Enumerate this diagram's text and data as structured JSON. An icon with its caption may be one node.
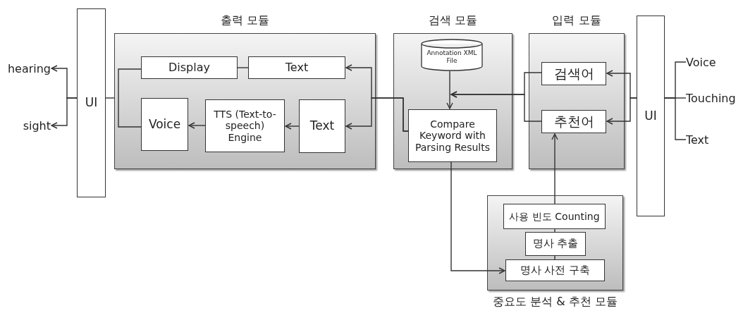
{
  "diagram": {
    "nodes": [
      {
        "text": [
          "hearing"
        ]
      },
      {
        "text": [
          "sight"
        ]
      },
      {
        "text": [
          "UI"
        ]
      },
      {
        "text": [
          "출력 모듈"
        ]
      },
      {
        "text": [
          "Display"
        ],
        "in": 3
      },
      {
        "text": [
          "Text"
        ],
        "in": 3
      },
      {
        "text": [
          "Voice"
        ],
        "in": 3
      },
      {
        "text": [
          "TTS (Text-to-speech) Engine"
        ],
        "in": 3
      },
      {
        "text": [
          "Text"
        ],
        "in": 3
      },
      {
        "text": [
          "검색 모듈"
        ]
      },
      {
        "text": [
          "Annotation XML File"
        ],
        "in": 9
      },
      {
        "text": [
          "Compare Keyword with Parsing Results"
        ],
        "in": 9
      },
      {
        "text": [
          "입력 모듈"
        ]
      },
      {
        "text": [
          "검색어"
        ],
        "in": 12
      },
      {
        "text": [
          "추천어"
        ],
        "in": 12
      },
      {
        "text": [
          "UI"
        ]
      },
      {
        "text": [
          "Voice"
        ]
      },
      {
        "text": [
          "Touching"
        ]
      },
      {
        "text": [
          "Text"
        ]
      },
      {
        "text": [
          "중요도 분석 & 추천 모듈"
        ]
      },
      {
        "text": [
          "사용 빈도 Counting"
        ],
        "in": 19
      },
      {
        "text": [
          "명사 추출"
        ],
        "in": 19
      },
      {
        "text": [
          "명사 사전 구축"
        ],
        "in": 19
      }
    ],
    "edges": [
      {
        "from": 2,
        "to": 0,
        "arrow": "to"
      },
      {
        "from": 2,
        "to": 1,
        "arrow": "to"
      },
      {
        "from": 3,
        "to": 2,
        "arrow": "none"
      },
      {
        "from": 4,
        "to": 6,
        "arrow": "none"
      },
      {
        "from": 5,
        "to": 4,
        "arrow": "none"
      },
      {
        "from": 8,
        "to": 7,
        "arrow": "to"
      },
      {
        "from": 7,
        "to": 6,
        "arrow": "to"
      },
      {
        "from": 11,
        "to": 5,
        "arrow": "to"
      },
      {
        "from": 11,
        "to": 8,
        "arrow": "to"
      },
      {
        "from": 10,
        "to": 11,
        "arrow": "to"
      },
      {
        "from": 13,
        "to": 11,
        "arrow": "to"
      },
      {
        "from": 14,
        "to": 11,
        "arrow": "to"
      },
      {
        "from": 15,
        "to": 13,
        "arrow": "to"
      },
      {
        "from": 15,
        "to": 14,
        "arrow": "to"
      },
      {
        "from": 16,
        "to": 15,
        "arrow": "none"
      },
      {
        "from": 17,
        "to": 15,
        "arrow": "none"
      },
      {
        "from": 18,
        "to": 15,
        "arrow": "none"
      },
      {
        "from": 20,
        "to": 14,
        "arrow": "to"
      },
      {
        "from": 20,
        "to": 21,
        "arrow": "none"
      },
      {
        "from": 21,
        "to": 22,
        "arrow": "none"
      },
      {
        "from": 11,
        "to": 22,
        "arrow": "to"
      }
    ]
  }
}
